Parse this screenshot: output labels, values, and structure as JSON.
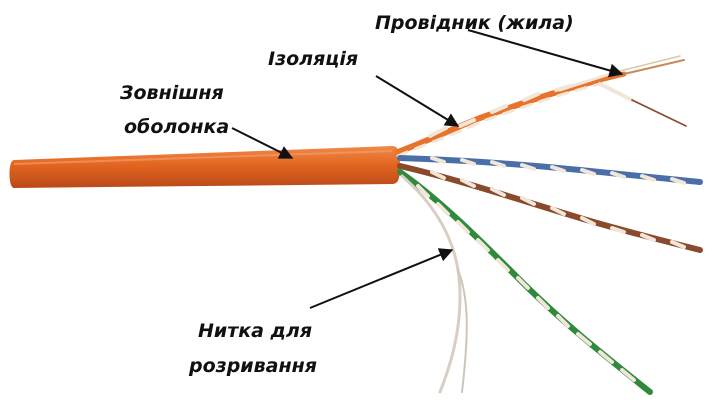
{
  "labels": {
    "conductor": "Провідник (жила)",
    "insulation": "Ізоляція",
    "outer_jacket_line1": "Зовнішня",
    "outer_jacket_line2": "оболонка",
    "ripcord_line1": "Нитка для",
    "ripcord_line2": "розривання"
  },
  "colors": {
    "jacket": "#e2651f",
    "pair_orange": "#e8732c",
    "pair_blue": "#4a6fa8",
    "pair_brown": "#8a4a2c",
    "pair_green": "#2f8a3c",
    "stripe_white": "#f2e6d8",
    "ripcord": "#d8cfc3",
    "copper": "#c98a5a",
    "arrow": "#111111"
  }
}
